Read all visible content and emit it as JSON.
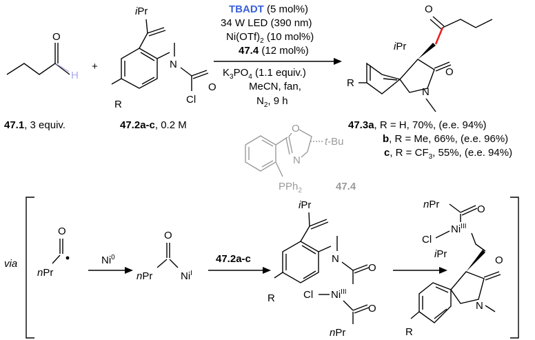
{
  "conditions": {
    "catalyst": "TBADT",
    "catalyst_loading": "(5 mol%)",
    "light": "34 W LED (390 nm)",
    "nickel_pre": "Ni(OTf)",
    "nickel_sub": "2",
    "nickel_post": " (10 mol%)",
    "ligand_id": "47.4",
    "ligand_loading": " (12 mol%)",
    "base_pre": "K",
    "base_sub1": "3",
    "base_mid": "PO",
    "base_sub2": "4",
    "base_post": " (1.1 equiv.)",
    "solvent": "MeCN, fan,",
    "atm_pre": "N",
    "atm_sub": "2",
    "atm_post": ", 9 h"
  },
  "reactant1": {
    "id": "47.1",
    "amount": ", 3 equiv.",
    "O": "O",
    "H": "H"
  },
  "plus": "+",
  "reactant2": {
    "id": "47.2a-c",
    "amount": ", 0.2 M",
    "iPr_i": "i",
    "iPr_Pr": "Pr",
    "N": "N",
    "O": "O",
    "Cl": "Cl",
    "R": "R"
  },
  "product": {
    "O_ketone": "O",
    "iPr_i": "i",
    "iPr_Pr": "Pr",
    "O_lactam": "O",
    "N": "N",
    "R": "R",
    "entries": [
      {
        "id": "47.3a",
        "text": ", R = H, 70%, (e.e. 94%)"
      },
      {
        "id": "b",
        "text": ", R = Me, 66%, (e.e. 96%)"
      },
      {
        "id": "c",
        "text_pre": ", R = CF",
        "text_sub": "3",
        "text_post": ", 55%, (e.e. 94%)"
      }
    ]
  },
  "ligand": {
    "O": "O",
    "N": "N",
    "tBu_t": "t",
    "tBu_rest": "-Bu",
    "P_pre": "PPh",
    "P_sub": "2",
    "id": "47.4"
  },
  "mechanism": {
    "via": "via",
    "acyl_radical_n": "n",
    "acyl_radical_Pr": "Pr",
    "acyl_O": "O",
    "ni0_label": "Ni",
    "ni0_sup": "0",
    "acylni_n": "n",
    "acylni_Pr": "Pr",
    "acylni_O": "O",
    "acylni_Ni": "Ni",
    "acylni_sup": "I",
    "arrow2_label": "47.2a-c",
    "int1": {
      "iPr_i": "i",
      "iPr_Pr": "Pr",
      "N": "N",
      "O": "O",
      "Cl": "Cl",
      "Ni": "Ni",
      "Ni_sup": "III",
      "O2": "O",
      "nPr_n": "n",
      "nPr_Pr": "Pr",
      "R": "R"
    },
    "int2": {
      "nPr_n": "n",
      "nPr_Pr": "Pr",
      "O": "O",
      "Ni": "Ni",
      "Ni_sup": "III",
      "Cl": "Cl",
      "iPr_i": "i",
      "iPr_Pr": "Pr",
      "O_lactam": "O",
      "N": "N",
      "R": "R"
    }
  }
}
